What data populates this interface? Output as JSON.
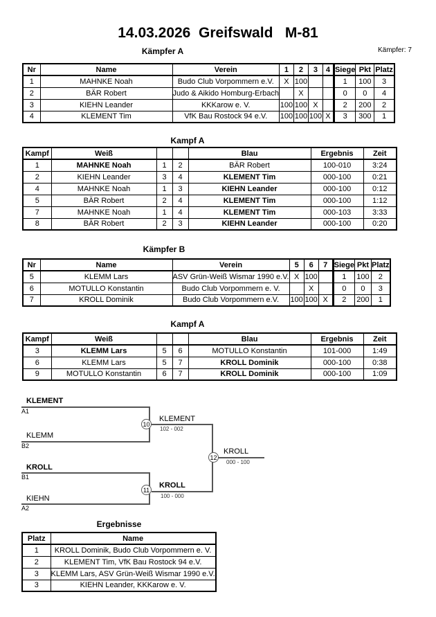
{
  "header": {
    "title": "14.03.2026  Greifswald   M-81",
    "count_label": "Kämpfer: 7"
  },
  "colors": {
    "ink": "#000000",
    "bracket_line": "#555555"
  },
  "kaempferA": {
    "title": "Kämpfer A",
    "cols": [
      "Nr",
      "Name",
      "Verein",
      "1",
      "2",
      "3",
      "4",
      "Siege",
      "Pkt",
      "Platz"
    ],
    "rows": [
      {
        "nr": "1",
        "name": "MAHNKE Noah",
        "verein": "Budo Club Vorpommern e.V.",
        "c": [
          "X",
          "100",
          "",
          ""
        ],
        "siege": "1",
        "pkt": "100",
        "platz": "3"
      },
      {
        "nr": "2",
        "name": "BÄR Robert",
        "verein": "Judo & Aikido Homburg-Erbach",
        "c": [
          "",
          "X",
          "",
          ""
        ],
        "siege": "0",
        "pkt": "0",
        "platz": "4"
      },
      {
        "nr": "3",
        "name": "KIEHN Leander",
        "verein": "KKKarow e. V.",
        "c": [
          "100",
          "100",
          "X",
          ""
        ],
        "siege": "2",
        "pkt": "200",
        "platz": "2"
      },
      {
        "nr": "4",
        "name": "KLEMENT Tim",
        "verein": "VfK Bau Rostock 94 e.V.",
        "c": [
          "100",
          "100",
          "100",
          "X"
        ],
        "siege": "3",
        "pkt": "300",
        "platz": "1"
      }
    ]
  },
  "kampfA1": {
    "title": "Kampf A",
    "cols": [
      "Kampf",
      "Weiß",
      "",
      "",
      "Blau",
      "Ergebnis",
      "Zeit"
    ],
    "rows": [
      {
        "kampf": "1",
        "weiss": "MAHNKE Noah",
        "wn": "1",
        "bn": "2",
        "blau": "BÄR Robert",
        "erg": "100-010",
        "zeit": "3:24",
        "winner": "weiss"
      },
      {
        "kampf": "2",
        "weiss": "KIEHN Leander",
        "wn": "3",
        "bn": "4",
        "blau": "KLEMENT Tim",
        "erg": "000-100",
        "zeit": "0:21",
        "winner": "blau"
      },
      {
        "kampf": "4",
        "weiss": "MAHNKE Noah",
        "wn": "1",
        "bn": "3",
        "blau": "KIEHN Leander",
        "erg": "000-100",
        "zeit": "0:12",
        "winner": "blau"
      },
      {
        "kampf": "5",
        "weiss": "BÄR Robert",
        "wn": "2",
        "bn": "4",
        "blau": "KLEMENT Tim",
        "erg": "000-100",
        "zeit": "1:12",
        "winner": "blau"
      },
      {
        "kampf": "7",
        "weiss": "MAHNKE Noah",
        "wn": "1",
        "bn": "4",
        "blau": "KLEMENT Tim",
        "erg": "000-103",
        "zeit": "3:33",
        "winner": "blau"
      },
      {
        "kampf": "8",
        "weiss": "BÄR Robert",
        "wn": "2",
        "bn": "3",
        "blau": "KIEHN Leander",
        "erg": "000-100",
        "zeit": "0:20",
        "winner": "blau"
      }
    ]
  },
  "kaempferB": {
    "title": "Kämpfer B",
    "cols": [
      "Nr",
      "Name",
      "Verein",
      "5",
      "6",
      "7",
      "Siege",
      "Pkt",
      "Platz"
    ],
    "rows": [
      {
        "nr": "5",
        "name": "KLEMM Lars",
        "verein": "ASV Grün-Weiß Wismar 1990 e.V.",
        "c": [
          "X",
          "100",
          ""
        ],
        "siege": "1",
        "pkt": "100",
        "platz": "2"
      },
      {
        "nr": "6",
        "name": "MOTULLO Konstantin",
        "verein": "Budo Club Vorpommern e. V.",
        "c": [
          "",
          "X",
          ""
        ],
        "siege": "0",
        "pkt": "0",
        "platz": "3"
      },
      {
        "nr": "7",
        "name": "KROLL Dominik",
        "verein": "Budo Club Vorpommern e.V.",
        "c": [
          "100",
          "100",
          "X"
        ],
        "siege": "2",
        "pkt": "200",
        "platz": "1"
      }
    ]
  },
  "kampfA2": {
    "title": "Kampf A",
    "cols": [
      "Kampf",
      "Weiß",
      "",
      "",
      "Blau",
      "Ergebnis",
      "Zeit"
    ],
    "rows": [
      {
        "kampf": "3",
        "weiss": "KLEMM Lars",
        "wn": "5",
        "bn": "6",
        "blau": "MOTULLO Konstantin",
        "erg": "101-000",
        "zeit": "1:49",
        "winner": "weiss"
      },
      {
        "kampf": "6",
        "weiss": "KLEMM Lars",
        "wn": "5",
        "bn": "7",
        "blau": "KROLL Dominik",
        "erg": "000-100",
        "zeit": "0:38",
        "winner": "blau"
      },
      {
        "kampf": "9",
        "weiss": "MOTULLO Konstantin",
        "wn": "6",
        "bn": "7",
        "blau": "KROLL Dominik",
        "erg": "000-100",
        "zeit": "1:09",
        "winner": "blau"
      }
    ]
  },
  "bracket": {
    "slots": [
      {
        "label": "KLEMENT",
        "seed": "A1",
        "bold": "true"
      },
      {
        "label": "KLEMM",
        "seed": "B2",
        "bold": "false"
      },
      {
        "label": "KROLL",
        "seed": "B1",
        "bold": "true"
      },
      {
        "label": "KIEHN",
        "seed": "A2",
        "bold": "false"
      }
    ],
    "matches": [
      {
        "num": "10",
        "winner": "KLEMENT",
        "score": "102 - 002",
        "bold": "false"
      },
      {
        "num": "11",
        "winner": "KROLL",
        "score": "100 - 000",
        "bold": "true"
      },
      {
        "num": "12",
        "winner": "KROLL",
        "score": "000 - 100",
        "bold": "false"
      }
    ]
  },
  "ergebnisse": {
    "title": "Ergebnisse",
    "cols": [
      "Platz",
      "Name"
    ],
    "rows": [
      {
        "platz": "1",
        "name": "KROLL Dominik, Budo Club Vorpommern e. V."
      },
      {
        "platz": "2",
        "name": "KLEMENT Tim, VfK Bau Rostock 94 e.V."
      },
      {
        "platz": "3",
        "name": "KLEMM Lars, ASV Grün-Weiß Wismar 1990 e.V."
      },
      {
        "platz": "3",
        "name": "KIEHN Leander, KKKarow e. V."
      }
    ]
  }
}
